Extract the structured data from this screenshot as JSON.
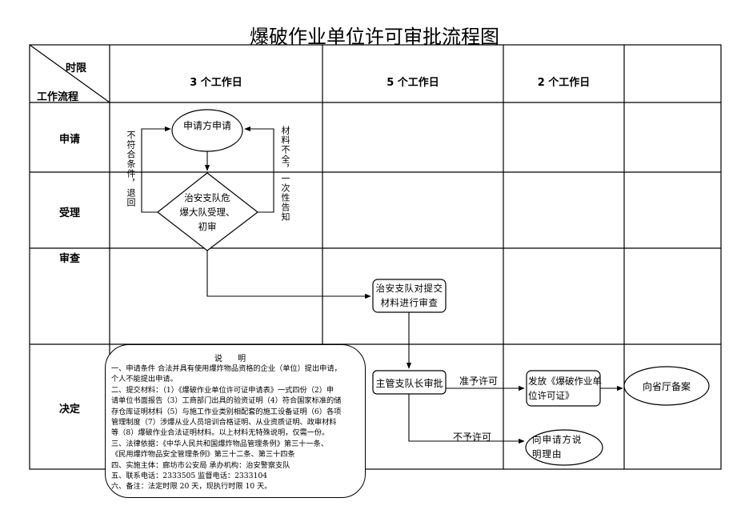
{
  "title": "爆破作业单位许可审批流程图",
  "header": {
    "time_limit": "时限",
    "workflow": "工作流程",
    "col1": "3 个工作日",
    "col2": "5 个工作日",
    "col3": "2 个工作日"
  },
  "rows": {
    "apply": "申请",
    "accept": "受理",
    "review": "审查",
    "decide": "决定"
  },
  "nodes": {
    "applicant_apply": "申请方申请",
    "initial_review": [
      "治安支队危",
      "爆大队受理、",
      "初审"
    ],
    "detachment_review": [
      "治安支队对提交",
      "材料进行审查"
    ],
    "chief_approval": "主管支队长审批",
    "issue_permit": [
      "发放《爆破作业单",
      "位许可证》"
    ],
    "record_province": "向省厅备案",
    "explain_reason": [
      "向申请方说",
      "明理由"
    ]
  },
  "edge_labels": {
    "not_qualified": "不符合条件，退回",
    "incomplete": "材料不全，一次性告知",
    "permit": "准予许可",
    "deny": "不予许可"
  },
  "notes": {
    "title": "说 明",
    "lines": [
      "一、申请条件 合法并具有使用爆炸物品资格的企业（单位）提出申请，",
      "个人不能提出申请。",
      "二、提交材料：（1）《爆破作业单位许可证申请表》一式四份（2）申",
      "请单位书面报告（3）工商部门出具的验资证明（4）符合国家标准的储",
      "存仓库证明材料（5）与施工作业类别相配套的施工设备证明（6）各项",
      "管理制度（7）涉爆从业人员培训合格证明、从业资质证明、政审材料",
      "等（8）爆破作业合法证明材料。以上材料无特殊说明，仅需一份。",
      "三、法律依据：《中华人民共和国爆炸物品管理条例》第三十一条、",
      "《民用爆炸物品安全管理条例》第三十二条、第三十四条",
      "四、实施主体：廊坊市公安局   承办机构：治安警察支队",
      "五、联系电话：2333505   监督电话：2333104",
      "六、备注：法定时限 20 天，现执行时限 10 天。"
    ]
  }
}
